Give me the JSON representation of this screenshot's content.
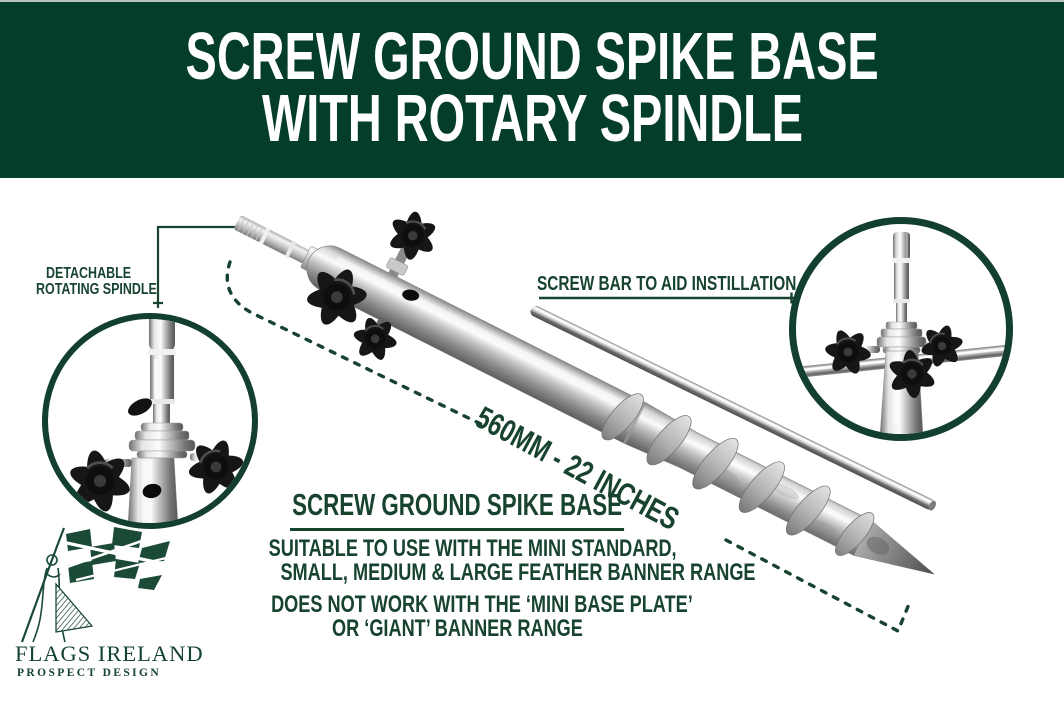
{
  "header": {
    "title_line1": "SCREW GROUND SPIKE BASE",
    "title_line2": "WITH ROTARY SPINDLE"
  },
  "callouts": {
    "detachable_line1": "DETACHABLE",
    "detachable_line2": "ROTATING SPINDLE",
    "screw_bar": "SCREW BAR TO AID INSTILLATION",
    "measurement": "560MM - 22 INCHES"
  },
  "info": {
    "heading": "SCREW GROUND SPIKE BASE",
    "suitable_line1": "SUITABLE TO USE WITH THE MINI STANDARD,",
    "suitable_line2": "SMALL, MEDIUM & LARGE FEATHER BANNER RANGE",
    "warning_line1": "DOES NOT WORK WITH THE ‘MINI BASE PLATE’",
    "warning_line2": "OR ‘GIANT’ BANNER RANGE"
  },
  "logo": {
    "brand": "FLAGS IRELAND",
    "tagline": "PROSPECT DESIGN"
  },
  "images": {
    "main_product": "screw-ground-spike-with-rotary-spindle-photo",
    "inset_left": "rotating-spindle-closeup-photo",
    "inset_right": "screw-bar-inserted-closeup-photo"
  },
  "colors": {
    "banner_green": "#043D2C",
    "text_green": "#17432F"
  }
}
